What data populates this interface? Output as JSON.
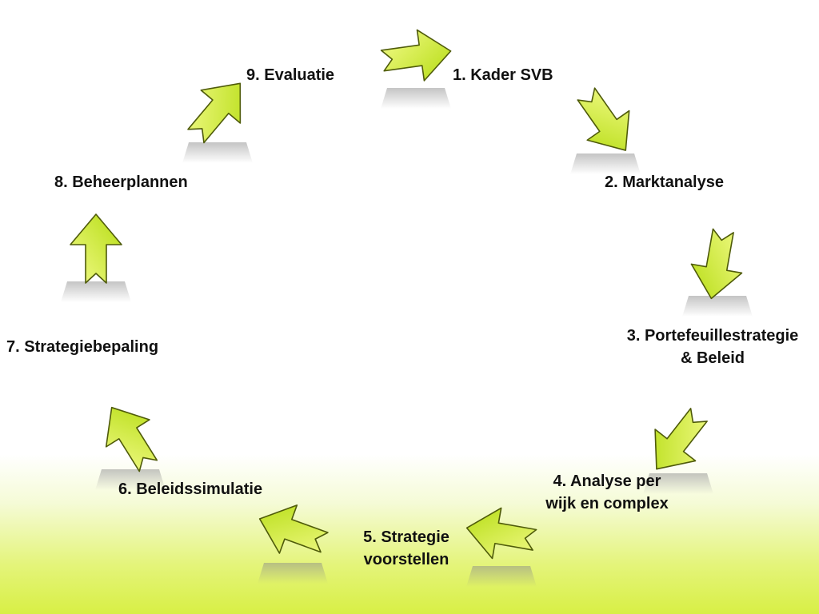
{
  "cycle": {
    "steps": [
      {
        "line1": "1. Kader SVB",
        "line2": ""
      },
      {
        "line1": "2. Marktanalyse",
        "line2": ""
      },
      {
        "line1": "3. Portefeuillestrategie",
        "line2": "& Beleid"
      },
      {
        "line1": "4. Analyse per",
        "line2": "wijk en complex"
      },
      {
        "line1": "5. Strategie",
        "line2": "voorstellen"
      },
      {
        "line1": "6. Beleidssimulatie",
        "line2": ""
      },
      {
        "line1": "7. Strategiebepaling",
        "line2": ""
      },
      {
        "line1": "8. Beheerplannen",
        "line2": ""
      },
      {
        "line1": "9. Evaluatie",
        "line2": ""
      }
    ]
  },
  "colors": {
    "arrow_fill_light": "#f3fb8a",
    "arrow_fill_dark": "#b5dc12",
    "arrow_stroke": "#4f5b0a",
    "background_bottom": "#d8ef45"
  }
}
